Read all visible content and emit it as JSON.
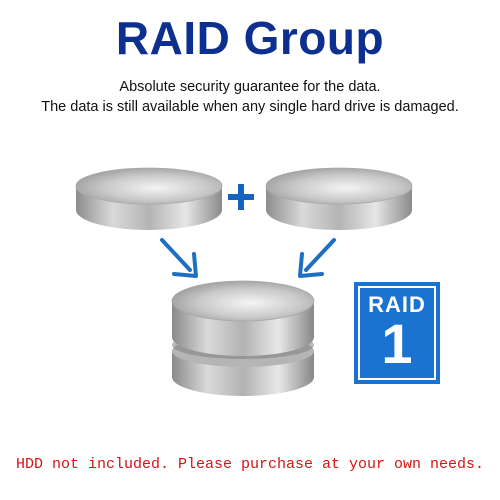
{
  "header": {
    "title": "RAID Group",
    "subtitle_line1": "Absolute security guarantee for the data.",
    "subtitle_line2": "The data is still available when any single hard drive is damaged."
  },
  "badge": {
    "word": "RAID",
    "level": "1"
  },
  "footer": {
    "notice": "HDD not included. Please purchase at your own needs."
  },
  "icons": [
    "plus-icon",
    "arrow-down-right-icon",
    "arrow-down-left-icon",
    "hard-drive-disk-icon",
    "raid-badge-icon"
  ],
  "colors": {
    "title": "#0d2f8f",
    "accent_blue": "#1a73d0",
    "footer_red": "#d31414"
  }
}
